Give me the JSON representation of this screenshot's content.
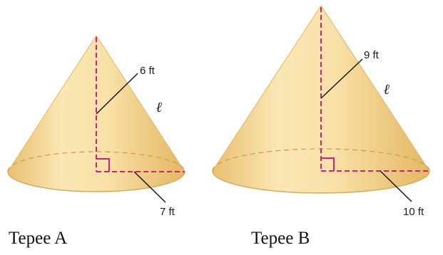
{
  "figure": {
    "cones": [
      {
        "caption": "Tepee A",
        "height_label": "6 ft",
        "radius_label": "7 ft",
        "slant_label": "ℓ"
      },
      {
        "caption": "Tepee B",
        "height_label": "9 ft",
        "radius_label": "10 ft",
        "slant_label": "ℓ"
      }
    ],
    "colors": {
      "cone_light": "#fdf0c8",
      "cone_mid": "#f4d68f",
      "cone_dark": "#e2b664",
      "dash": "#d81e7c",
      "base_dash": "#c99a4c",
      "leader": "#1a1a1a"
    }
  }
}
